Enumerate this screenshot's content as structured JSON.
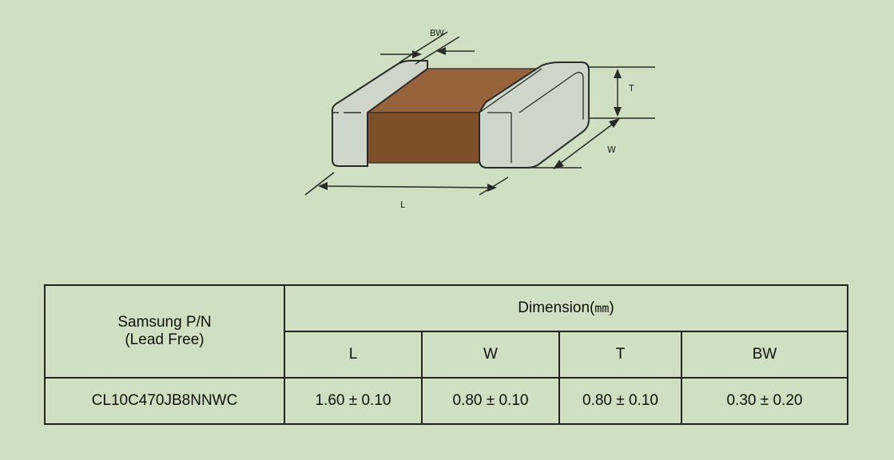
{
  "diagram": {
    "labels": {
      "bw": "BW",
      "t": "T",
      "w": "W",
      "l": "L"
    }
  },
  "table": {
    "pn_header_line1": "Samsung P/N",
    "pn_header_line2": "(Lead Free)",
    "dimension_header": "Dimension(",
    "dimension_unit": "mm",
    "dimension_close": ")",
    "columns": [
      "L",
      "W",
      "T",
      "BW"
    ],
    "row": {
      "part_number": "CL10C470JB8NNWC",
      "values": [
        "1.60 ± 0.10",
        "0.80 ± 0.10",
        "0.80 ± 0.10",
        "0.30 ± 0.20"
      ]
    }
  },
  "colors": {
    "background": "#cfdfc1",
    "body": "#8a5a30",
    "terminal": "#cdd6c8",
    "outline": "#2a2a2a"
  }
}
